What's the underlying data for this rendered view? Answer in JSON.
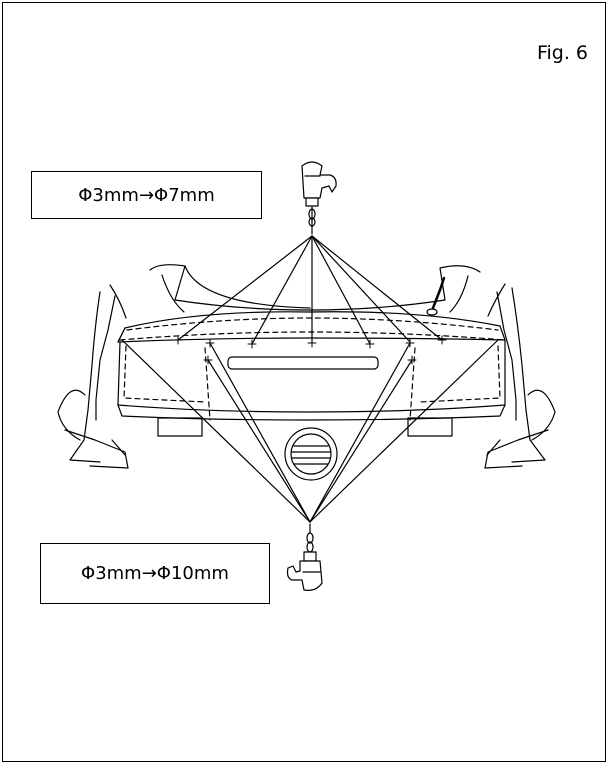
{
  "figure": {
    "label": "Fig. 6"
  },
  "callouts": {
    "upper_drill": "Φ3mm→Φ7mm",
    "lower_drill": "Φ3mm→Φ10mm"
  },
  "illustration": {
    "subject": "vehicle-rear-drill-points",
    "icons": [
      "drill-icon-top",
      "drill-icon-bottom"
    ],
    "upper_hole_count": 6,
    "lower_hole_count": 4
  },
  "colors": {
    "line": "#000000",
    "background": "#ffffff"
  }
}
